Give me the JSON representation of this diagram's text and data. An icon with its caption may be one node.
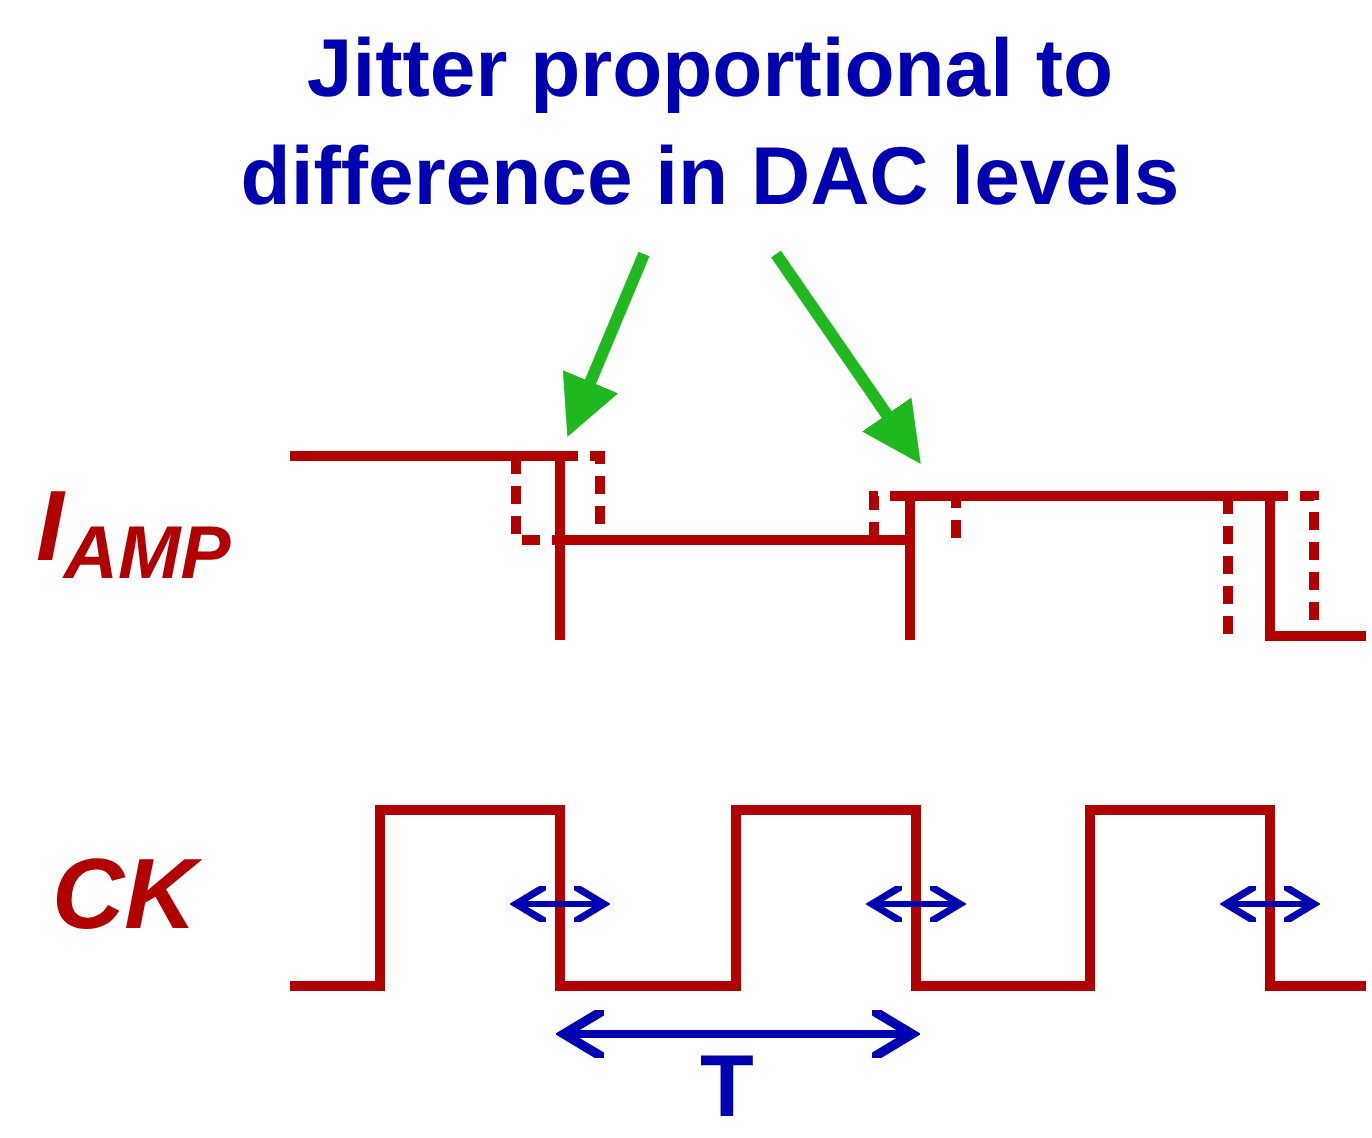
{
  "diagram": {
    "nodes": [
      {
        "text": [
          "Jitter proportional to difference in DAC levels"
        ]
      },
      {
        "text": [],
        "shape": "picture"
      }
    ],
    "edges": [
      {
        "from": 0,
        "to": 1,
        "arrow": "to"
      },
      {
        "from": 0,
        "to": 1,
        "arrow": "to"
      }
    ],
    "labels": [
      "I$_{AMP}$",
      "CK",
      "T"
    ]
  }
}
